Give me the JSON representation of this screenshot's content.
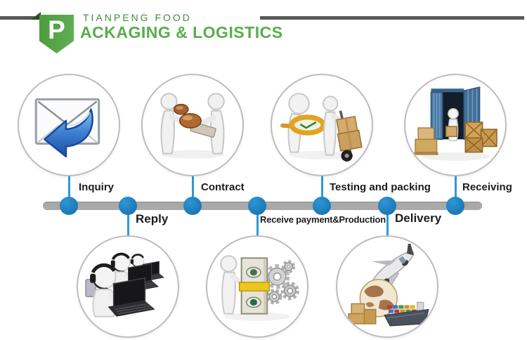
{
  "header": {
    "logo_letter": "P",
    "brand_small": "TIANPENG FOOD",
    "brand_large": "ACKAGING & LOGISTICS"
  },
  "colors": {
    "brand_green": "#55a546",
    "brand_green_dark": "#3e8e3b",
    "brand_green_light": "#59ad4c",
    "header_line_gray": "#58595b",
    "timeline_bar_gray": "#a9a9a9",
    "timeline_dot_blue": "#1e7fc0",
    "connector_blue": "#2f9ad8",
    "label_black": "#1c1c1c"
  },
  "steps": [
    {
      "label": "Inquiry",
      "row": "top",
      "icon": "envelope-reply-arrow"
    },
    {
      "label": "Reply",
      "row": "bottom",
      "icon": "support-team-laptops"
    },
    {
      "label": "Contract",
      "row": "top",
      "icon": "figures-exchanging-goods"
    },
    {
      "label": "Receive payment&Production",
      "row": "bottom",
      "icon": "money-stack-and-gears"
    },
    {
      "label": "Testing and packing",
      "row": "top",
      "icon": "magnifier-and-handtruck"
    },
    {
      "label": "Delivery",
      "row": "bottom",
      "icon": "plane-globe-cargo-ship"
    },
    {
      "label": "Receiving",
      "row": "top",
      "icon": "container-and-crates"
    }
  ]
}
